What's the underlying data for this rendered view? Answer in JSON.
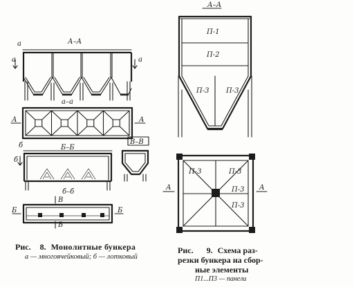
{
  "fig8": {
    "labels": {
      "a": "а",
      "section_AA": "А–А",
      "arrow_a": "а",
      "plan_aa": "а–а",
      "A": "А",
      "b": "б",
      "section_BB": "Б–Б",
      "section_VV": "В–В",
      "arrow_b": "б",
      "plan_bb": "б–б",
      "B": "Б",
      "V": "В"
    },
    "caption": {
      "prefix": "Рис.",
      "number": "8.",
      "title": "Монолитные бункера",
      "sub": "а — многоячейковый; б — лотковый"
    }
  },
  "fig9": {
    "labels": {
      "section_AA": "А–А",
      "A": "А",
      "p1": "П-1",
      "p2": "П-2",
      "p3": "П-3",
      "p3b": "П-3"
    },
    "plan_labels": [
      "П-3",
      "П-3",
      "П-3",
      "П-3"
    ],
    "caption": {
      "prefix": "Рис.",
      "number": "9.",
      "line1": "Схема раз-",
      "line2": "резки бункера на сбор-",
      "line3": "ные элементы",
      "sub": "П1...П3 — панели"
    }
  }
}
